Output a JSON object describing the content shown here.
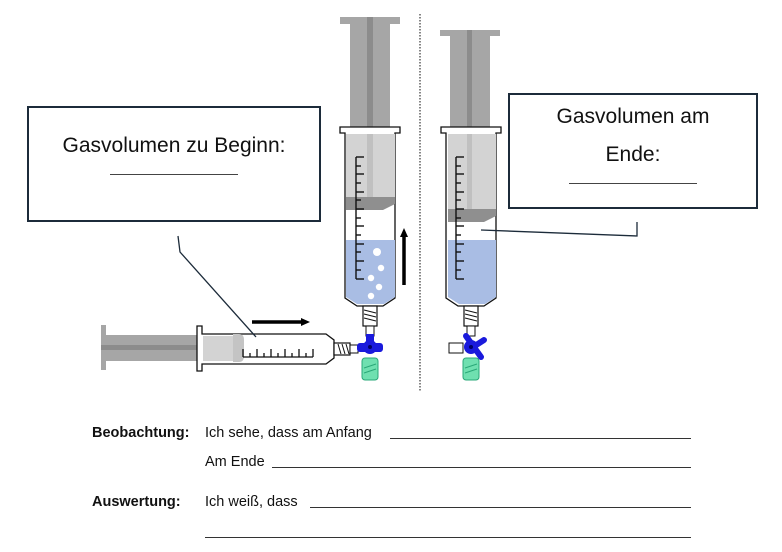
{
  "labels": {
    "start_box": {
      "title": "Gasvolumen zu Beginn:",
      "blank": ""
    },
    "end_box": {
      "title_line1": "Gasvolumen am",
      "title_line2": "Ende:",
      "blank": ""
    }
  },
  "diagram": {
    "colors": {
      "plunger": "#a6a6a6",
      "plunger_rod_center": "#8c8c8c",
      "barrel": "#d9d9d9",
      "liquid": "#a9bde4",
      "valve": "#1a1adc",
      "connector": "#6fe0b0",
      "box_border": "#1c2b3a",
      "arrow": "#000000"
    },
    "arrows": {
      "horizontal_direction": "right",
      "vertical_direction": "up"
    },
    "bubbles_count": 5
  },
  "worksheet": {
    "observation": {
      "label": "Beobachtung:",
      "line1_prefix": "Ich sehe, dass am Anfang",
      "line2_prefix": "Am Ende"
    },
    "evaluation": {
      "label": "Auswertung:",
      "line1_prefix": "Ich weiß, dass"
    }
  }
}
